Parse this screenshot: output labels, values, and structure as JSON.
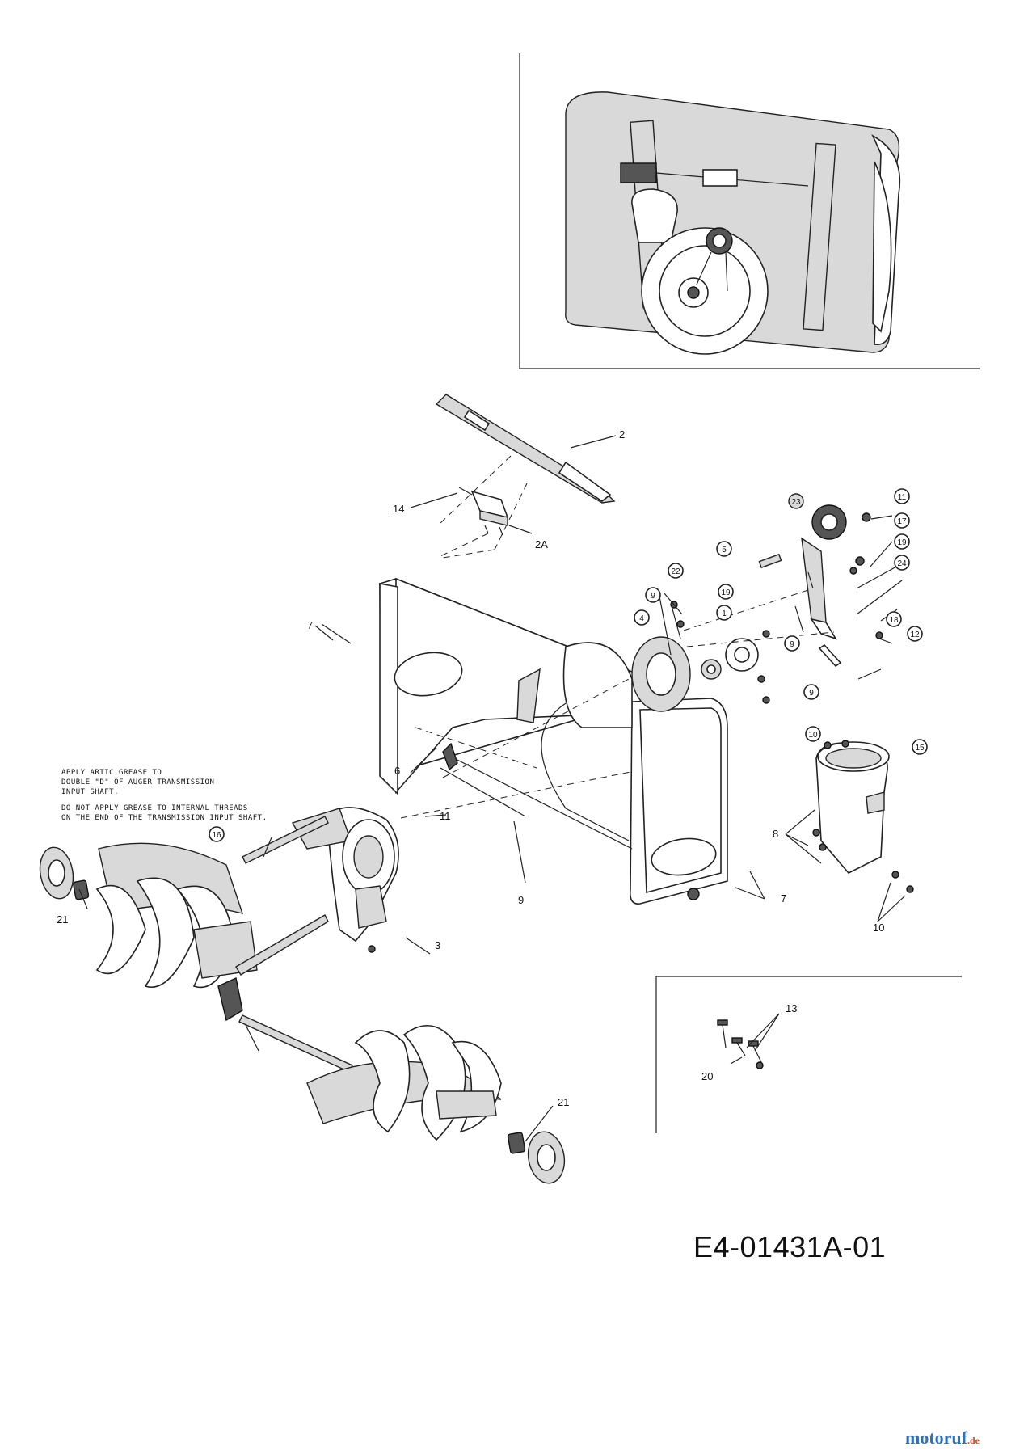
{
  "callouts": {
    "c2": "2",
    "c2A": "2A",
    "c14": "14",
    "c7a": "7",
    "c7b": "7",
    "c6": "6",
    "c11": "11",
    "c9": "9",
    "c3": "3",
    "c21a": "21",
    "c21b": "21",
    "c8": "8",
    "c10": "10",
    "c13": "13",
    "c20": "20"
  },
  "circled_callouts": {
    "k23": "23",
    "k11": "11",
    "k17": "17",
    "k5": "5",
    "k19a": "19",
    "k22": "22",
    "k24": "24",
    "k9a": "9",
    "k4": "4",
    "k19b": "19",
    "k1": "1",
    "k9b": "9",
    "k18": "18",
    "k12": "12",
    "k9c": "9",
    "k10": "10",
    "k15": "15",
    "k16": "16"
  },
  "note": {
    "line1": "APPLY ARTIC GREASE TO",
    "line2": "DOUBLE \"D\" OF AUGER TRANSMISSION",
    "line3": "INPUT SHAFT.",
    "line4": "DO NOT APPLY GREASE TO INTERNAL THREADS",
    "line5": "ON THE END OF THE TRANSMISSION INPUT SHAFT."
  },
  "doc_code": "E4-01431A-01",
  "brand": {
    "main": "motoruf",
    "tld": ".de"
  }
}
